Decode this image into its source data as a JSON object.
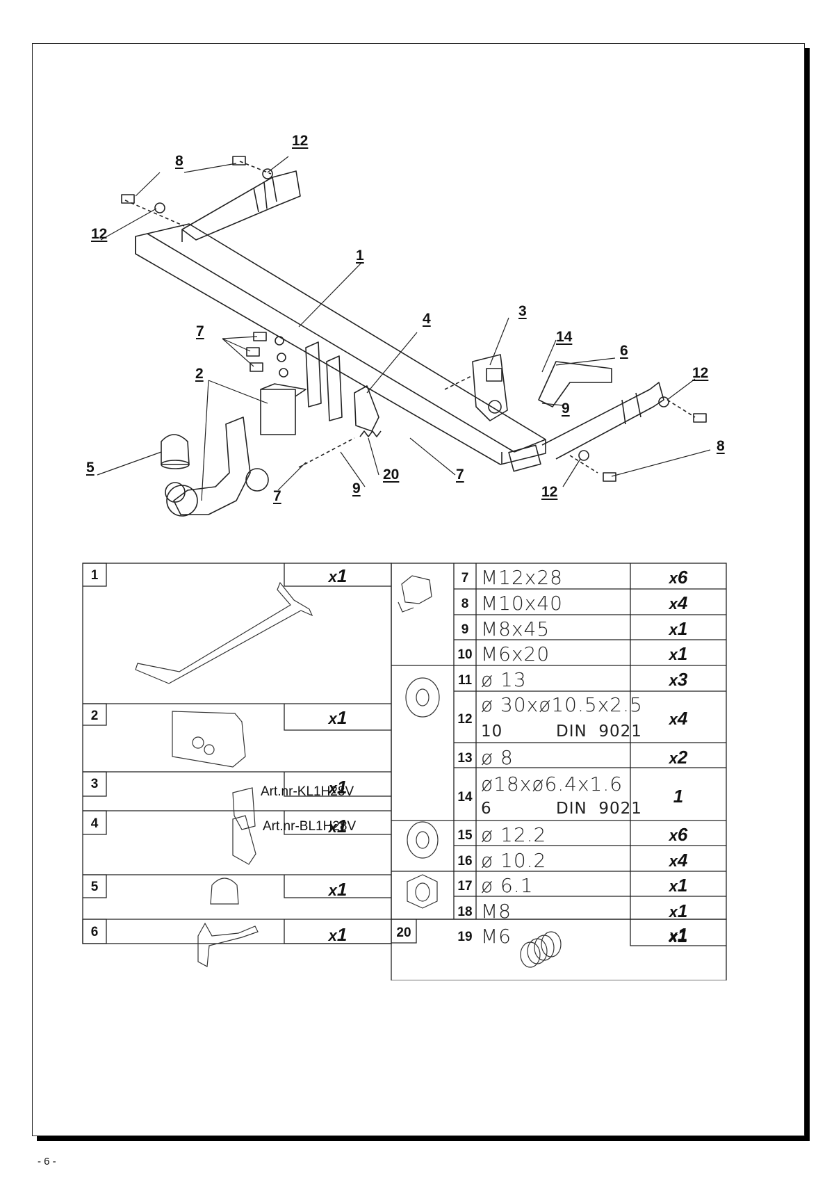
{
  "page_number": "- 6 -",
  "callouts": {
    "c1": "1",
    "c2": "2",
    "c3": "3",
    "c4": "4",
    "c5": "5",
    "c6": "6",
    "c7a": "7",
    "c7b": "7",
    "c7c": "7",
    "c8a": "8",
    "c8b": "8",
    "c9a": "9",
    "c9b": "9",
    "c12a": "12",
    "c12b": "12",
    "c12c": "12",
    "c12d": "12",
    "c14": "14",
    "c20": "20"
  },
  "parts_left": [
    {
      "num": "1",
      "qty_x": "x",
      "qty_n": "1",
      "art": ""
    },
    {
      "num": "2",
      "qty_x": "x",
      "qty_n": "1",
      "art": "Art.nr-KL1H28V"
    },
    {
      "num": "3",
      "qty_x": "x",
      "qty_n": "1",
      "art": "Art.nr-BL1H28V"
    },
    {
      "num": "4",
      "qty_x": "x",
      "qty_n": "1",
      "art": ""
    },
    {
      "num": "5",
      "qty_x": "x",
      "qty_n": "1",
      "art": ""
    },
    {
      "num": "6",
      "qty_x": "x",
      "qty_n": "1",
      "art": ""
    }
  ],
  "parts_right": [
    {
      "num": "7",
      "spec": "M12x28",
      "qty_x": "x",
      "qty_n": "6"
    },
    {
      "num": "8",
      "spec": "M10x40",
      "qty_x": "x",
      "qty_n": "4"
    },
    {
      "num": "9",
      "spec": "M8x45",
      "qty_x": "x",
      "qty_n": "1"
    },
    {
      "num": "10",
      "spec": "M6x20",
      "qty_x": "x",
      "qty_n": "1"
    },
    {
      "num": "11",
      "spec": "ø 13",
      "qty_x": "x",
      "qty_n": "3"
    },
    {
      "num": "12",
      "spec": "ø 30xø10.5x2.5",
      "spec2a": "10",
      "spec2b": "DIN  9021",
      "qty_x": "x",
      "qty_n": "4"
    },
    {
      "num": "13",
      "spec": "ø 8",
      "qty_x": "x",
      "qty_n": "2"
    },
    {
      "num": "14",
      "spec": "ø18xø6.4x1.6",
      "spec2a": "6",
      "spec2b": "DIN  9021",
      "qty_x": "",
      "qty_n": "1"
    },
    {
      "num": "15",
      "spec": "ø 12.2",
      "qty_x": "x",
      "qty_n": "6"
    },
    {
      "num": "16",
      "spec": "ø 10.2",
      "qty_x": "x",
      "qty_n": "4"
    },
    {
      "num": "17",
      "spec": "ø 6.1",
      "qty_x": "x",
      "qty_n": "1"
    },
    {
      "num": "18",
      "spec": "M8",
      "qty_x": "x",
      "qty_n": "1"
    },
    {
      "num": "19",
      "spec": "M6",
      "qty_x": "x",
      "qty_n": "1"
    },
    {
      "num": "20",
      "spec": "",
      "qty_x": "x",
      "qty_n": "1"
    }
  ]
}
